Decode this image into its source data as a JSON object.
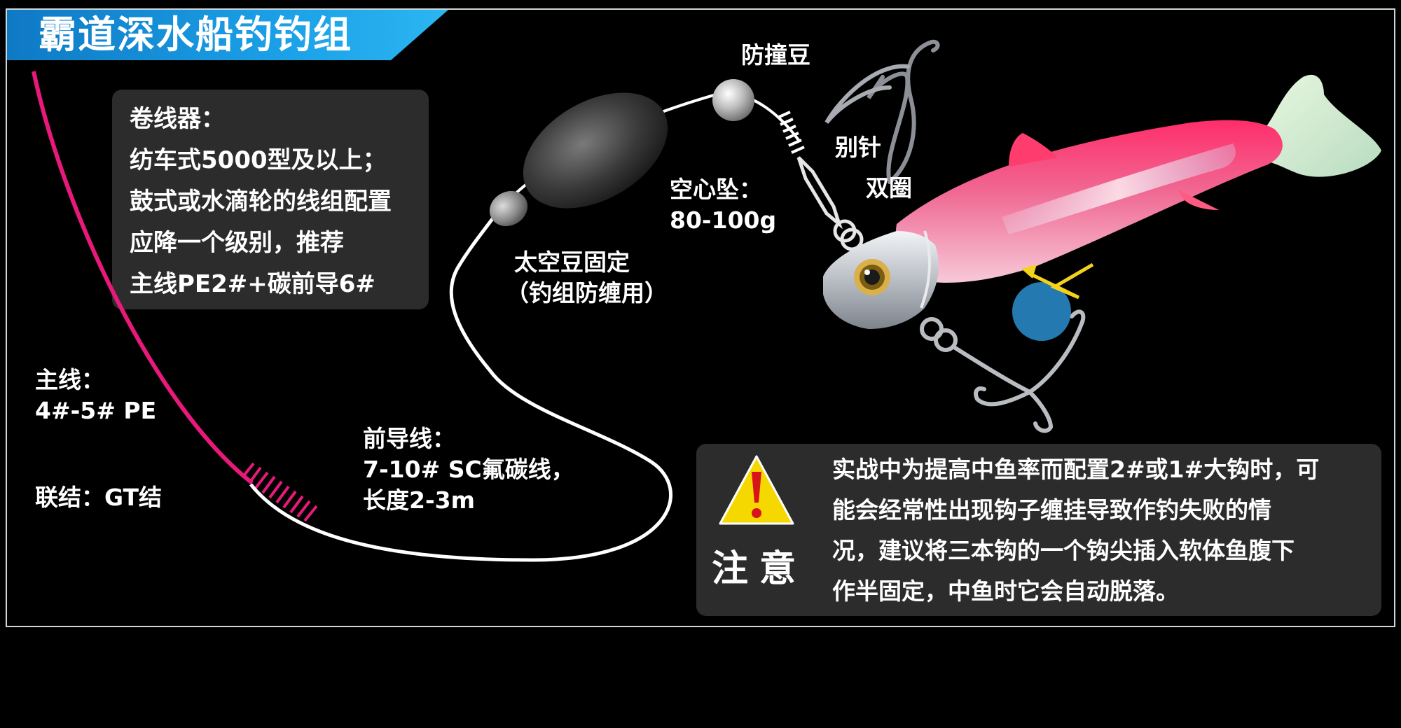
{
  "title": "霸道深水船钓钓组",
  "reel_box": {
    "lines": [
      "卷线器：",
      "纺车式5000型及以上；",
      "鼓式或水滴轮的线组配置",
      "应降一个级别，推荐",
      "主线PE2#+碳前导6#"
    ]
  },
  "labels": {
    "main_line_title": "主线：",
    "main_line_value": "4#-5# PE",
    "knot": "联结：GT结",
    "leader_title": "前导线：",
    "leader_value": "7-10#  SC氟碳线，",
    "leader_length": "长度2-3m",
    "bead_title": "太空豆固定",
    "bead_note": "（钓组防缠用）",
    "sinker_title": "空心坠：",
    "sinker_value": "80-100g",
    "bumper_bead": "防撞豆",
    "snap": "别针",
    "split_ring": "双圈"
  },
  "warning": {
    "label": "注意",
    "lines": [
      "实战中为提高中鱼率而配置2#或1#大钩时，可",
      "能会经常性出现钩子缠挂导致作钓失败的情",
      "况，建议将三本钩的一个钩尖插入软体鱼腹下",
      "作半固定，中鱼时它会自动脱落。"
    ]
  },
  "colors": {
    "title_banner": "#1a9fe6",
    "main_line": "#e8197a",
    "leader_line": "#ffffff",
    "warning_yellow": "#f5d800",
    "warning_red": "#d7141a",
    "lure_body": "#f03a6e",
    "lure_head": "#c8ccd2",
    "hint_circle": "#2a8fcf",
    "hint_arrow": "#f3d21a"
  }
}
